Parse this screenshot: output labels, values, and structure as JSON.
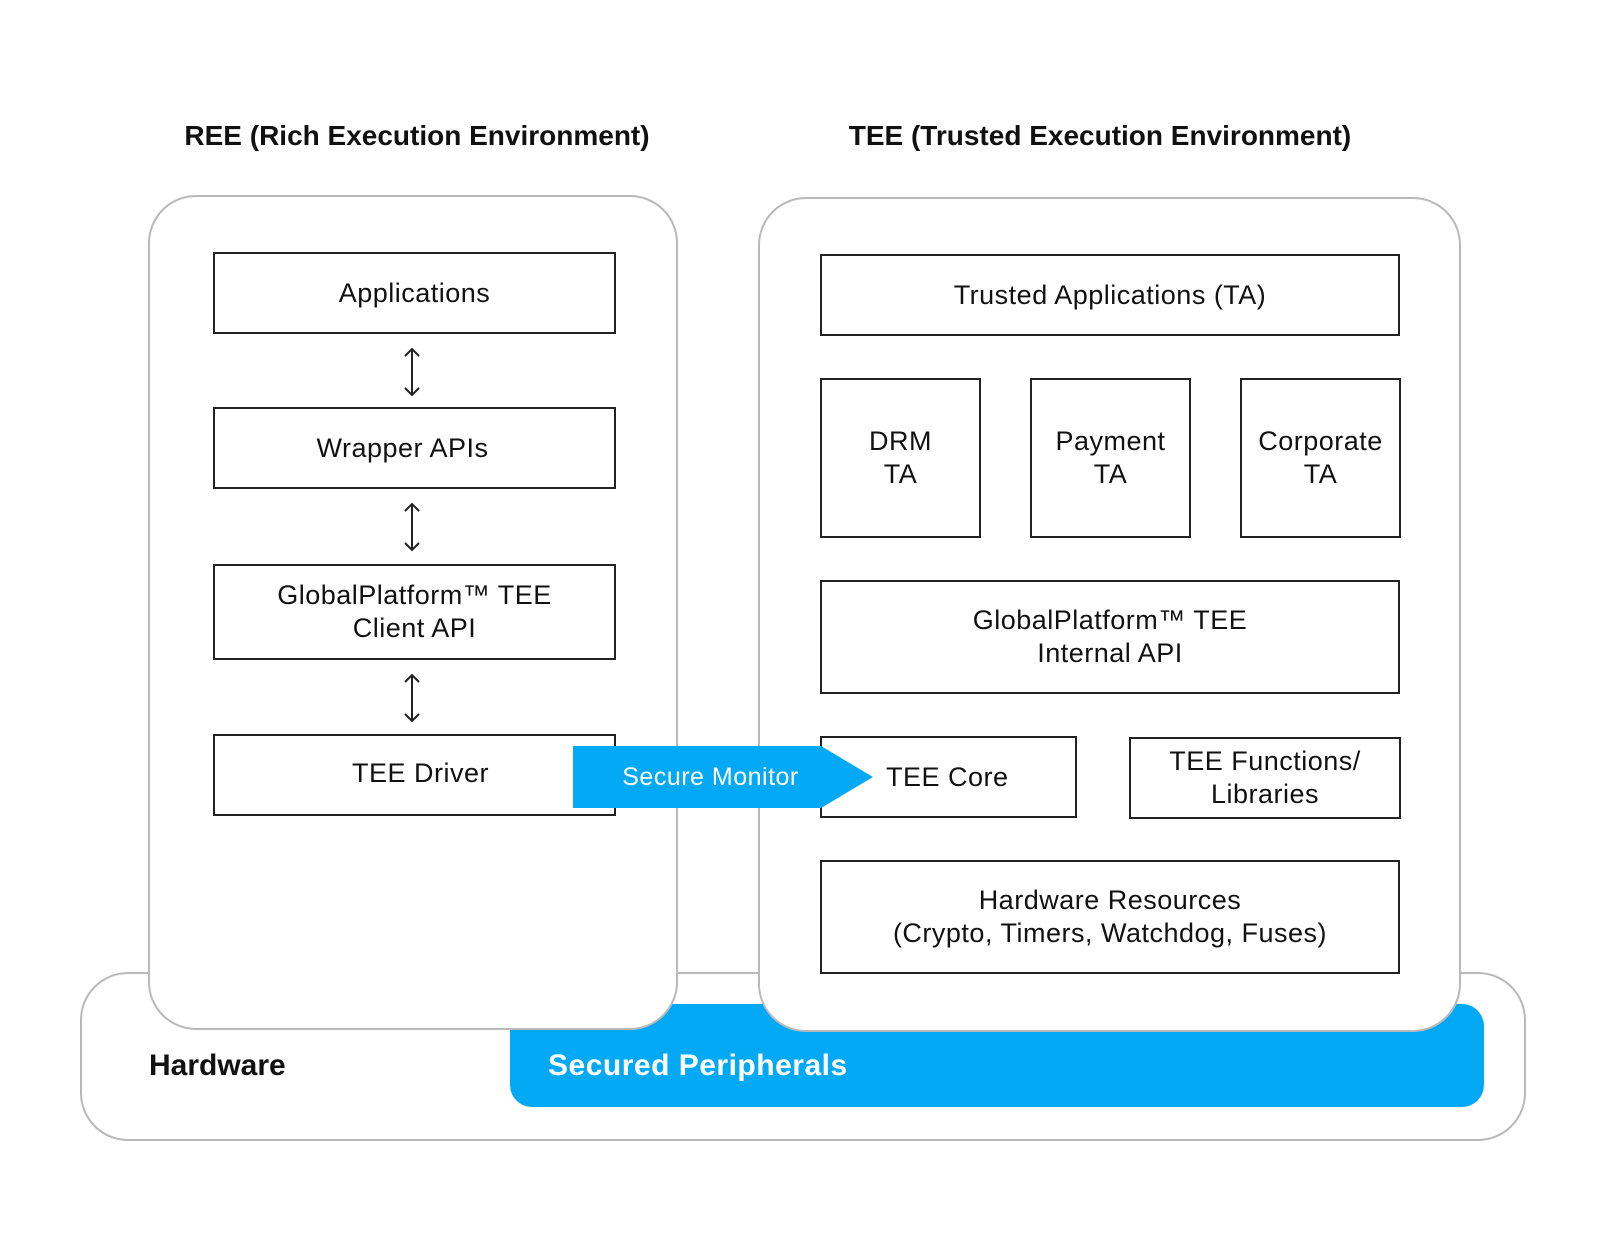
{
  "ree": {
    "title": "REE (Rich Execution Environment)",
    "boxes": {
      "applications": "Applications",
      "wrapper_apis": "Wrapper APIs",
      "client_api_line1": "GlobalPlatform™ TEE",
      "client_api_line2": "Client API",
      "tee_driver": "TEE Driver"
    }
  },
  "tee": {
    "title": "TEE (Trusted Execution Environment)",
    "boxes": {
      "trusted_apps": "Trusted Applications (TA)",
      "drm_line1": "DRM",
      "drm_line2": "TA",
      "payment_line1": "Payment",
      "payment_line2": "TA",
      "corporate_line1": "Corporate",
      "corporate_line2": "TA",
      "internal_api_line1": "GlobalPlatform™ TEE",
      "internal_api_line2": "Internal API",
      "tee_core": "TEE Core",
      "functions_line1": "TEE Functions/",
      "functions_line2": "Libraries",
      "hw_resources_line1": "Hardware Resources",
      "hw_resources_line2": "(Crypto, Timers, Watchdog, Fuses)"
    }
  },
  "secure_monitor": "Secure Monitor",
  "hardware": {
    "label": "Hardware",
    "secured_peripherals": "Secured Peripherals"
  },
  "colors": {
    "accent_blue": "#03A9F4",
    "border_gray": "#B9B9B9",
    "box_border": "#222222"
  }
}
